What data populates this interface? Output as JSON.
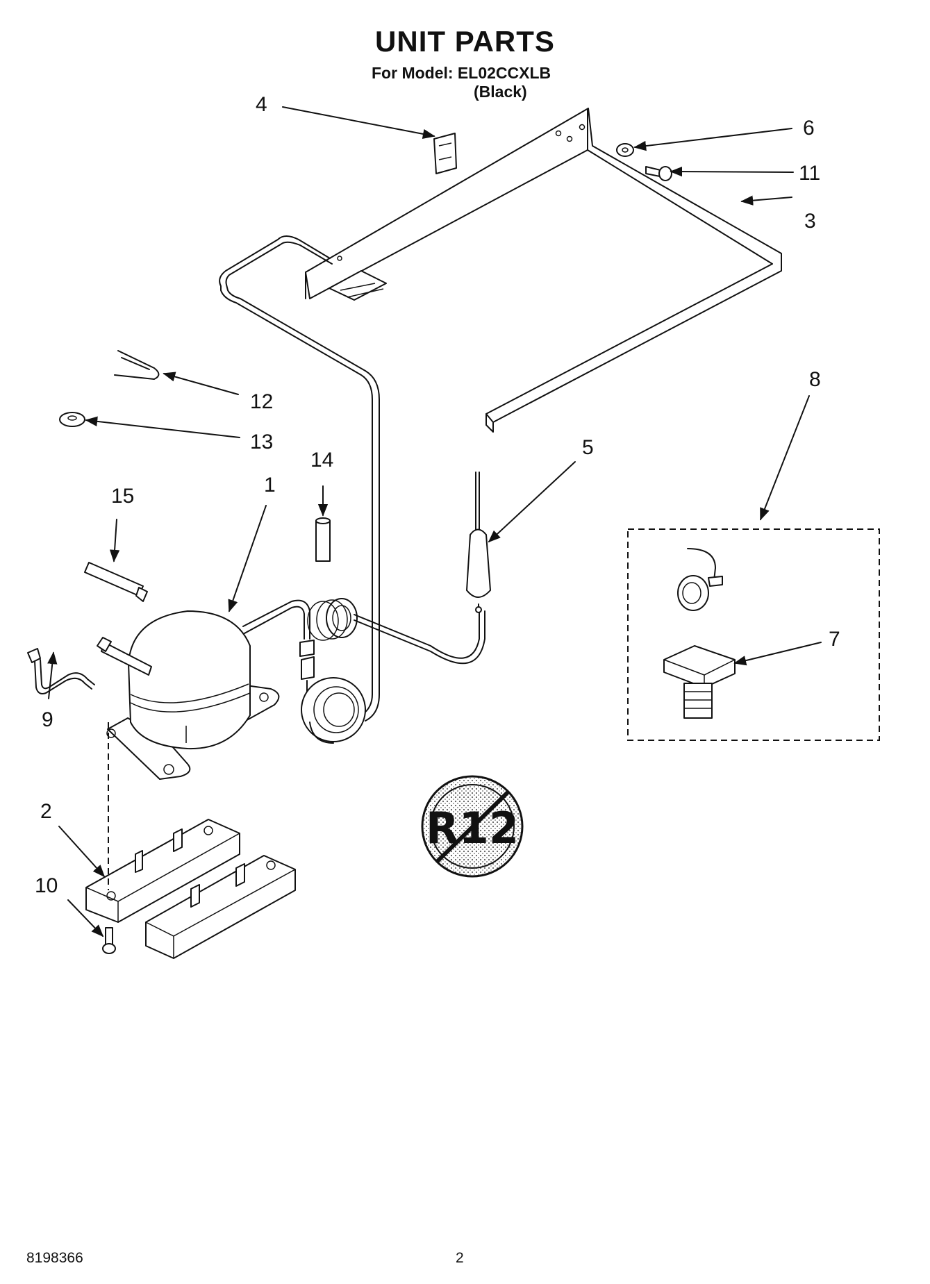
{
  "header": {
    "title": "UNIT PARTS",
    "model_line": "For Model: EL02CCXLB",
    "color_line": "(Black)"
  },
  "callouts": [
    "1",
    "2",
    "3",
    "4",
    "5",
    "6",
    "7",
    "8",
    "9",
    "10",
    "11",
    "12",
    "13",
    "14",
    "15"
  ],
  "logo": {
    "text": "R12",
    "icon": "no-r12-refrigerant-icon"
  },
  "footer": {
    "doc_number": "8198366",
    "page_number": "2"
  }
}
